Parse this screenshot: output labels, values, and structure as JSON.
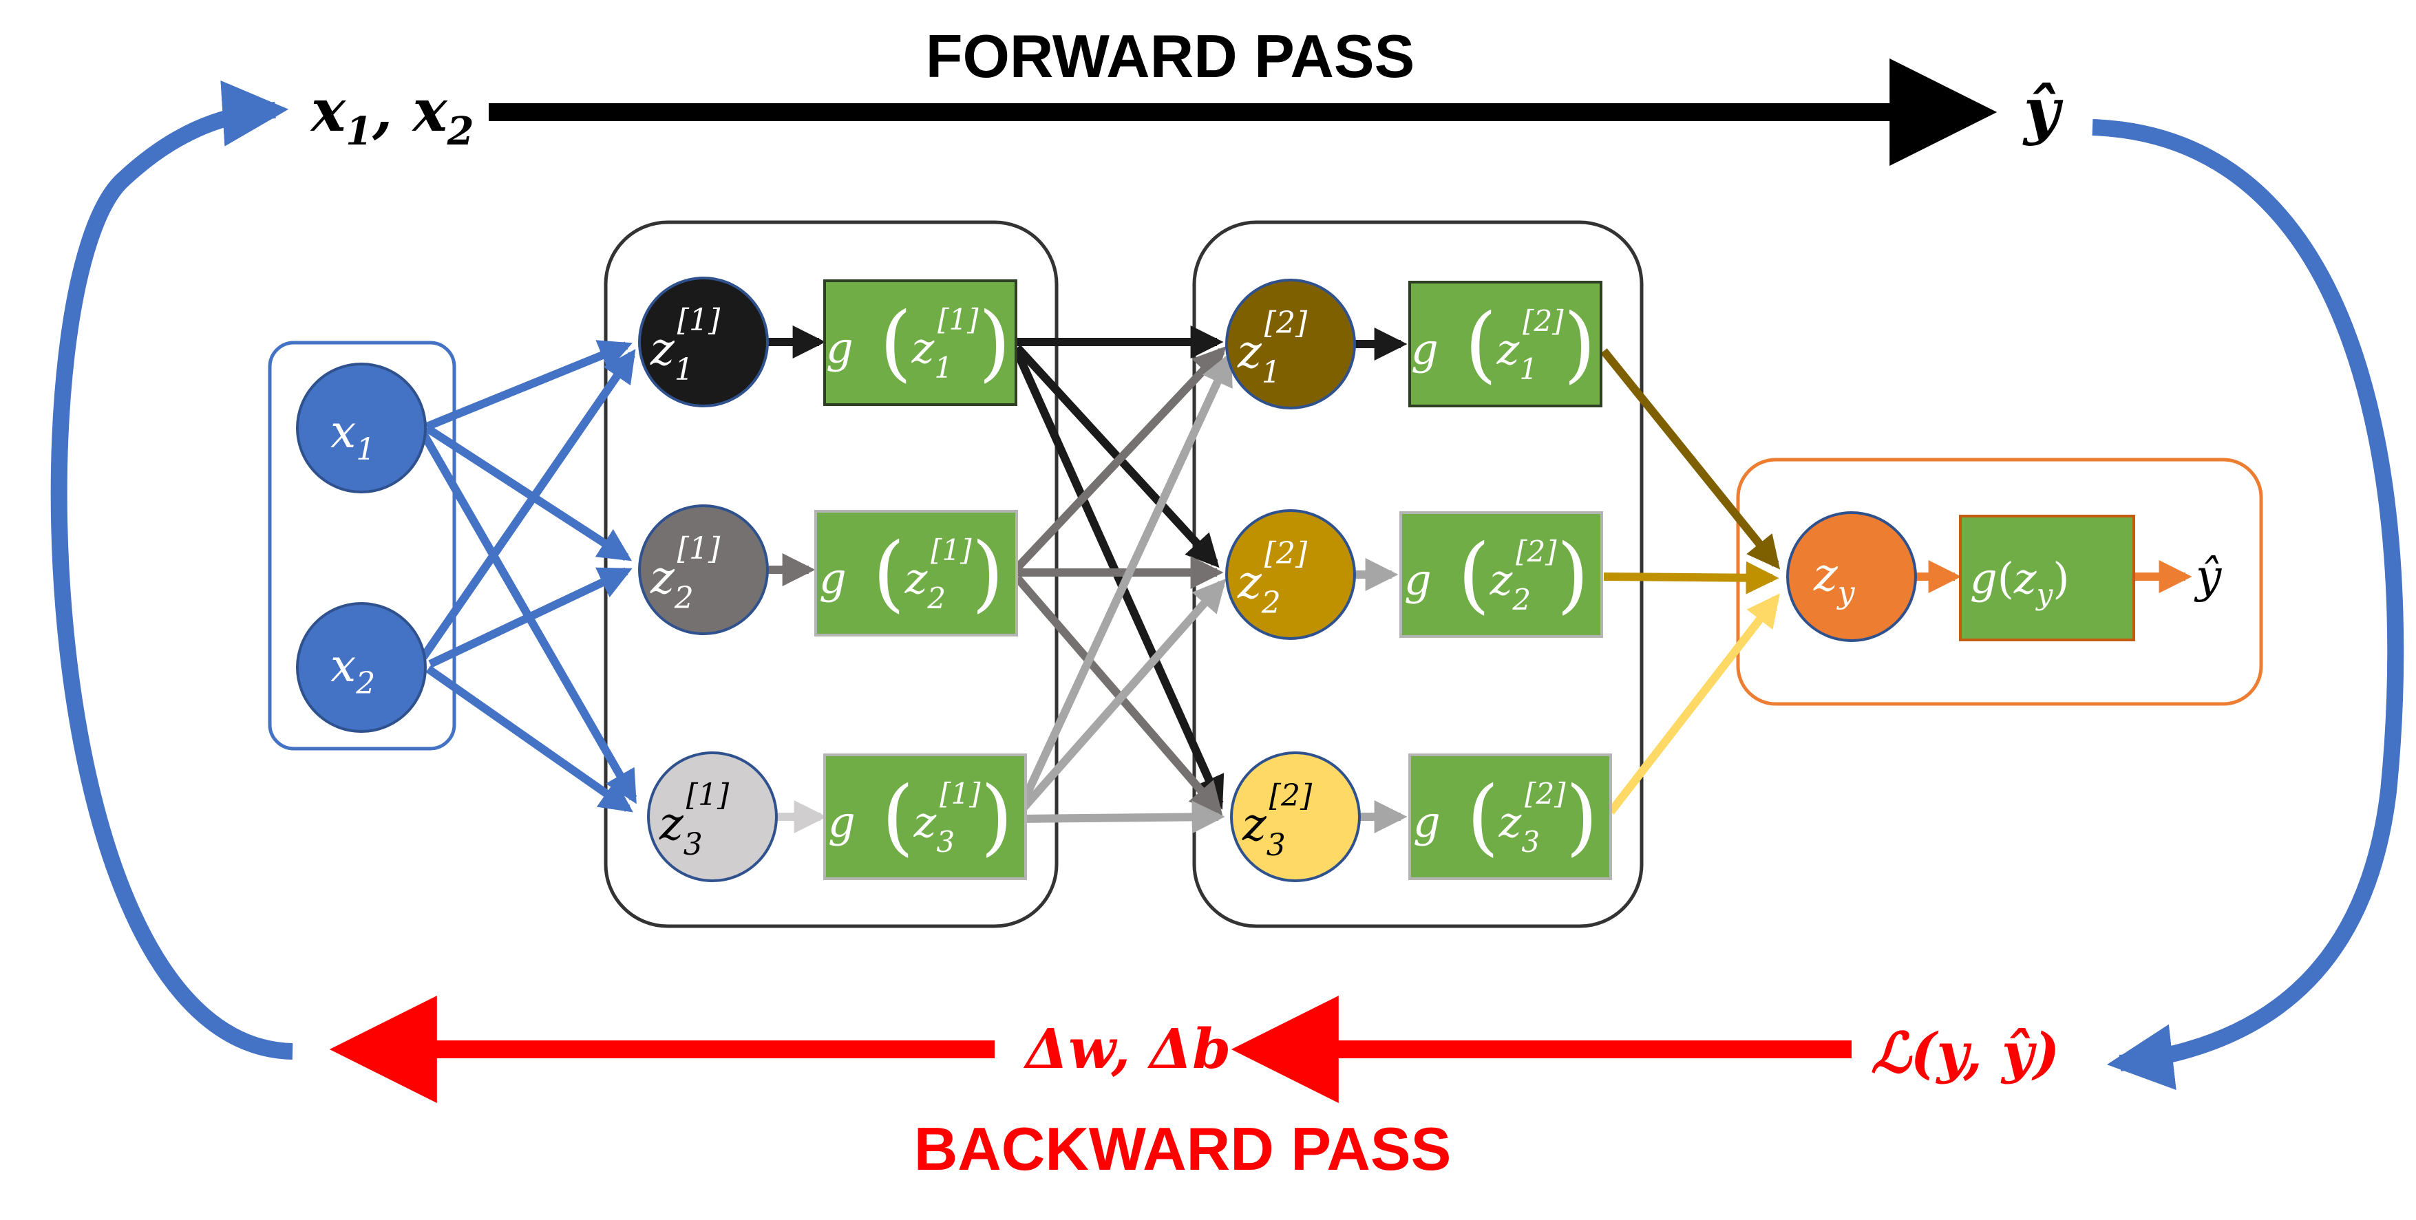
{
  "titles": {
    "forward": "FORWARD PASS",
    "backward": "BACKWARD PASS"
  },
  "top_row": {
    "inputs": {
      "x": "x",
      "s1": "1",
      "sep": ", ",
      "s2": "2"
    },
    "output": "ŷ"
  },
  "bottom_row": {
    "gradients": "Δw, Δb",
    "loss": "ℒ(y, ŷ)"
  },
  "input_layer": {
    "nodes": [
      {
        "sym": "x",
        "sub": "1"
      },
      {
        "sym": "x",
        "sub": "2"
      }
    ]
  },
  "hidden_layer_1": {
    "nodes": [
      {
        "sym": "z",
        "sup": "[1]",
        "sub": "1"
      },
      {
        "sym": "z",
        "sup": "[1]",
        "sub": "2"
      },
      {
        "sym": "z",
        "sup": "[1]",
        "sub": "3"
      }
    ],
    "activations": [
      {
        "fn": "g",
        "sym": "z",
        "sup": "[1]",
        "sub": "1"
      },
      {
        "fn": "g",
        "sym": "z",
        "sup": "[1]",
        "sub": "2"
      },
      {
        "fn": "g",
        "sym": "z",
        "sup": "[1]",
        "sub": "3"
      }
    ]
  },
  "hidden_layer_2": {
    "nodes": [
      {
        "sym": "z",
        "sup": "[2]",
        "sub": "1"
      },
      {
        "sym": "z",
        "sup": "[2]",
        "sub": "2"
      },
      {
        "sym": "z",
        "sup": "[2]",
        "sub": "3"
      }
    ],
    "activations": [
      {
        "fn": "g",
        "sym": "z",
        "sup": "[2]",
        "sub": "1"
      },
      {
        "fn": "g",
        "sym": "z",
        "sup": "[2]",
        "sub": "2"
      },
      {
        "fn": "g",
        "sym": "z",
        "sup": "[2]",
        "sub": "3"
      }
    ]
  },
  "output_layer": {
    "node": {
      "sym": "z",
      "sub": "y"
    },
    "activation": {
      "fn": "g",
      "sym": "z",
      "sub": "y"
    },
    "output": "ŷ"
  },
  "colors": {
    "input_blue": "#4472C4",
    "activation_green": "#70AD47",
    "h1_node_1": "#1a1a1a",
    "h1_node_2": "#757171",
    "h1_node_3": "#d0cece",
    "h2_node_1": "#7f6000",
    "h2_node_2": "#bf9000",
    "h2_node_3": "#ffd966",
    "output_orange": "#ED7D31",
    "backward_red": "#ff0000",
    "loop_blue": "#4472C4"
  }
}
